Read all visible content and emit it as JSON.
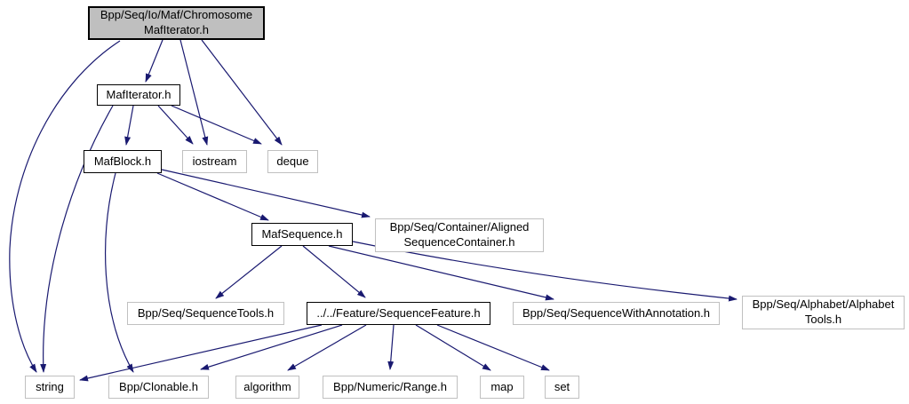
{
  "diagram": {
    "kind": "include-dependency-graph"
  },
  "colors": {
    "edge": "#191970",
    "current_node_fill": "#bfbfbf",
    "linked_node_border": "#000000",
    "external_node_border": "#c0c0c0",
    "node_fill": "#ffffff",
    "text": "#000000"
  },
  "nodes": {
    "chromosome_maf_iterator": {
      "label": "Bpp/Seq/Io/Maf/Chromosome\nMafIterator.h"
    },
    "maf_iterator": {
      "label": "MafIterator.h"
    },
    "maf_block": {
      "label": "MafBlock.h"
    },
    "iostream": {
      "label": "iostream"
    },
    "deque": {
      "label": "deque"
    },
    "maf_sequence": {
      "label": "MafSequence.h"
    },
    "aligned_sequence_container": {
      "label": "Bpp/Seq/Container/Aligned\nSequenceContainer.h"
    },
    "sequence_tools": {
      "label": "Bpp/Seq/SequenceTools.h"
    },
    "sequence_feature": {
      "label": "../../Feature/SequenceFeature.h"
    },
    "sequence_with_annotation": {
      "label": "Bpp/Seq/SequenceWithAnnotation.h"
    },
    "alphabet_tools": {
      "label": "Bpp/Seq/Alphabet/Alphabet\nTools.h"
    },
    "string": {
      "label": "string"
    },
    "clonable": {
      "label": "Bpp/Clonable.h"
    },
    "algorithm": {
      "label": "algorithm"
    },
    "range": {
      "label": "Bpp/Numeric/Range.h"
    },
    "map": {
      "label": "map"
    },
    "set": {
      "label": "set"
    }
  },
  "edges": [
    {
      "from": "chromosome_maf_iterator",
      "to": "maf_iterator"
    },
    {
      "from": "chromosome_maf_iterator",
      "to": "iostream"
    },
    {
      "from": "chromosome_maf_iterator",
      "to": "deque"
    },
    {
      "from": "chromosome_maf_iterator",
      "to": "string"
    },
    {
      "from": "maf_iterator",
      "to": "maf_block"
    },
    {
      "from": "maf_iterator",
      "to": "iostream"
    },
    {
      "from": "maf_iterator",
      "to": "deque"
    },
    {
      "from": "maf_iterator",
      "to": "string"
    },
    {
      "from": "maf_block",
      "to": "maf_sequence"
    },
    {
      "from": "maf_block",
      "to": "aligned_sequence_container"
    },
    {
      "from": "maf_block",
      "to": "clonable"
    },
    {
      "from": "maf_sequence",
      "to": "sequence_tools"
    },
    {
      "from": "maf_sequence",
      "to": "sequence_feature"
    },
    {
      "from": "maf_sequence",
      "to": "sequence_with_annotation"
    },
    {
      "from": "maf_sequence",
      "to": "alphabet_tools"
    },
    {
      "from": "sequence_feature",
      "to": "string"
    },
    {
      "from": "sequence_feature",
      "to": "clonable"
    },
    {
      "from": "sequence_feature",
      "to": "algorithm"
    },
    {
      "from": "sequence_feature",
      "to": "range"
    },
    {
      "from": "sequence_feature",
      "to": "map"
    },
    {
      "from": "sequence_feature",
      "to": "set"
    }
  ]
}
